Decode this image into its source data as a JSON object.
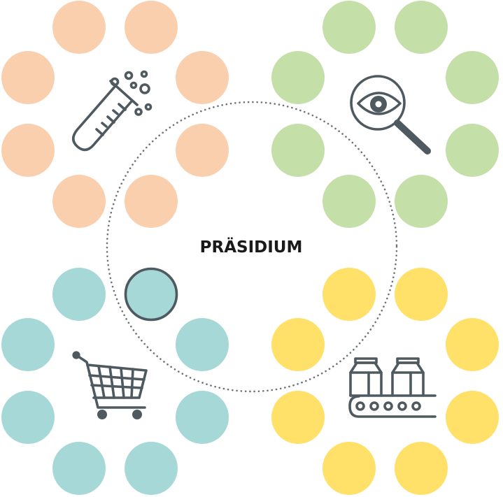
{
  "center": {
    "label": "PRÄSIDIUM"
  },
  "colors": {
    "ring": "#6b7378",
    "icon": "#4f5a60",
    "highlight_border": "#4f5a60",
    "peach": "#f9cfae",
    "green": "#c5dfa9",
    "teal": "#a6d8d7",
    "yellow": "#ffe068"
  },
  "clusters": [
    {
      "id": "top-left",
      "color_key": "peach",
      "icon": "test-tube-icon",
      "member_count": 8
    },
    {
      "id": "top-right",
      "color_key": "green",
      "icon": "magnifier-eye-icon",
      "member_count": 8
    },
    {
      "id": "bottom-left",
      "color_key": "teal",
      "icon": "shopping-cart-icon",
      "member_count": 8,
      "highlighted_member": 1
    },
    {
      "id": "bottom-right",
      "color_key": "yellow",
      "icon": "conveyor-milk-cartons-icon",
      "member_count": 8
    }
  ]
}
